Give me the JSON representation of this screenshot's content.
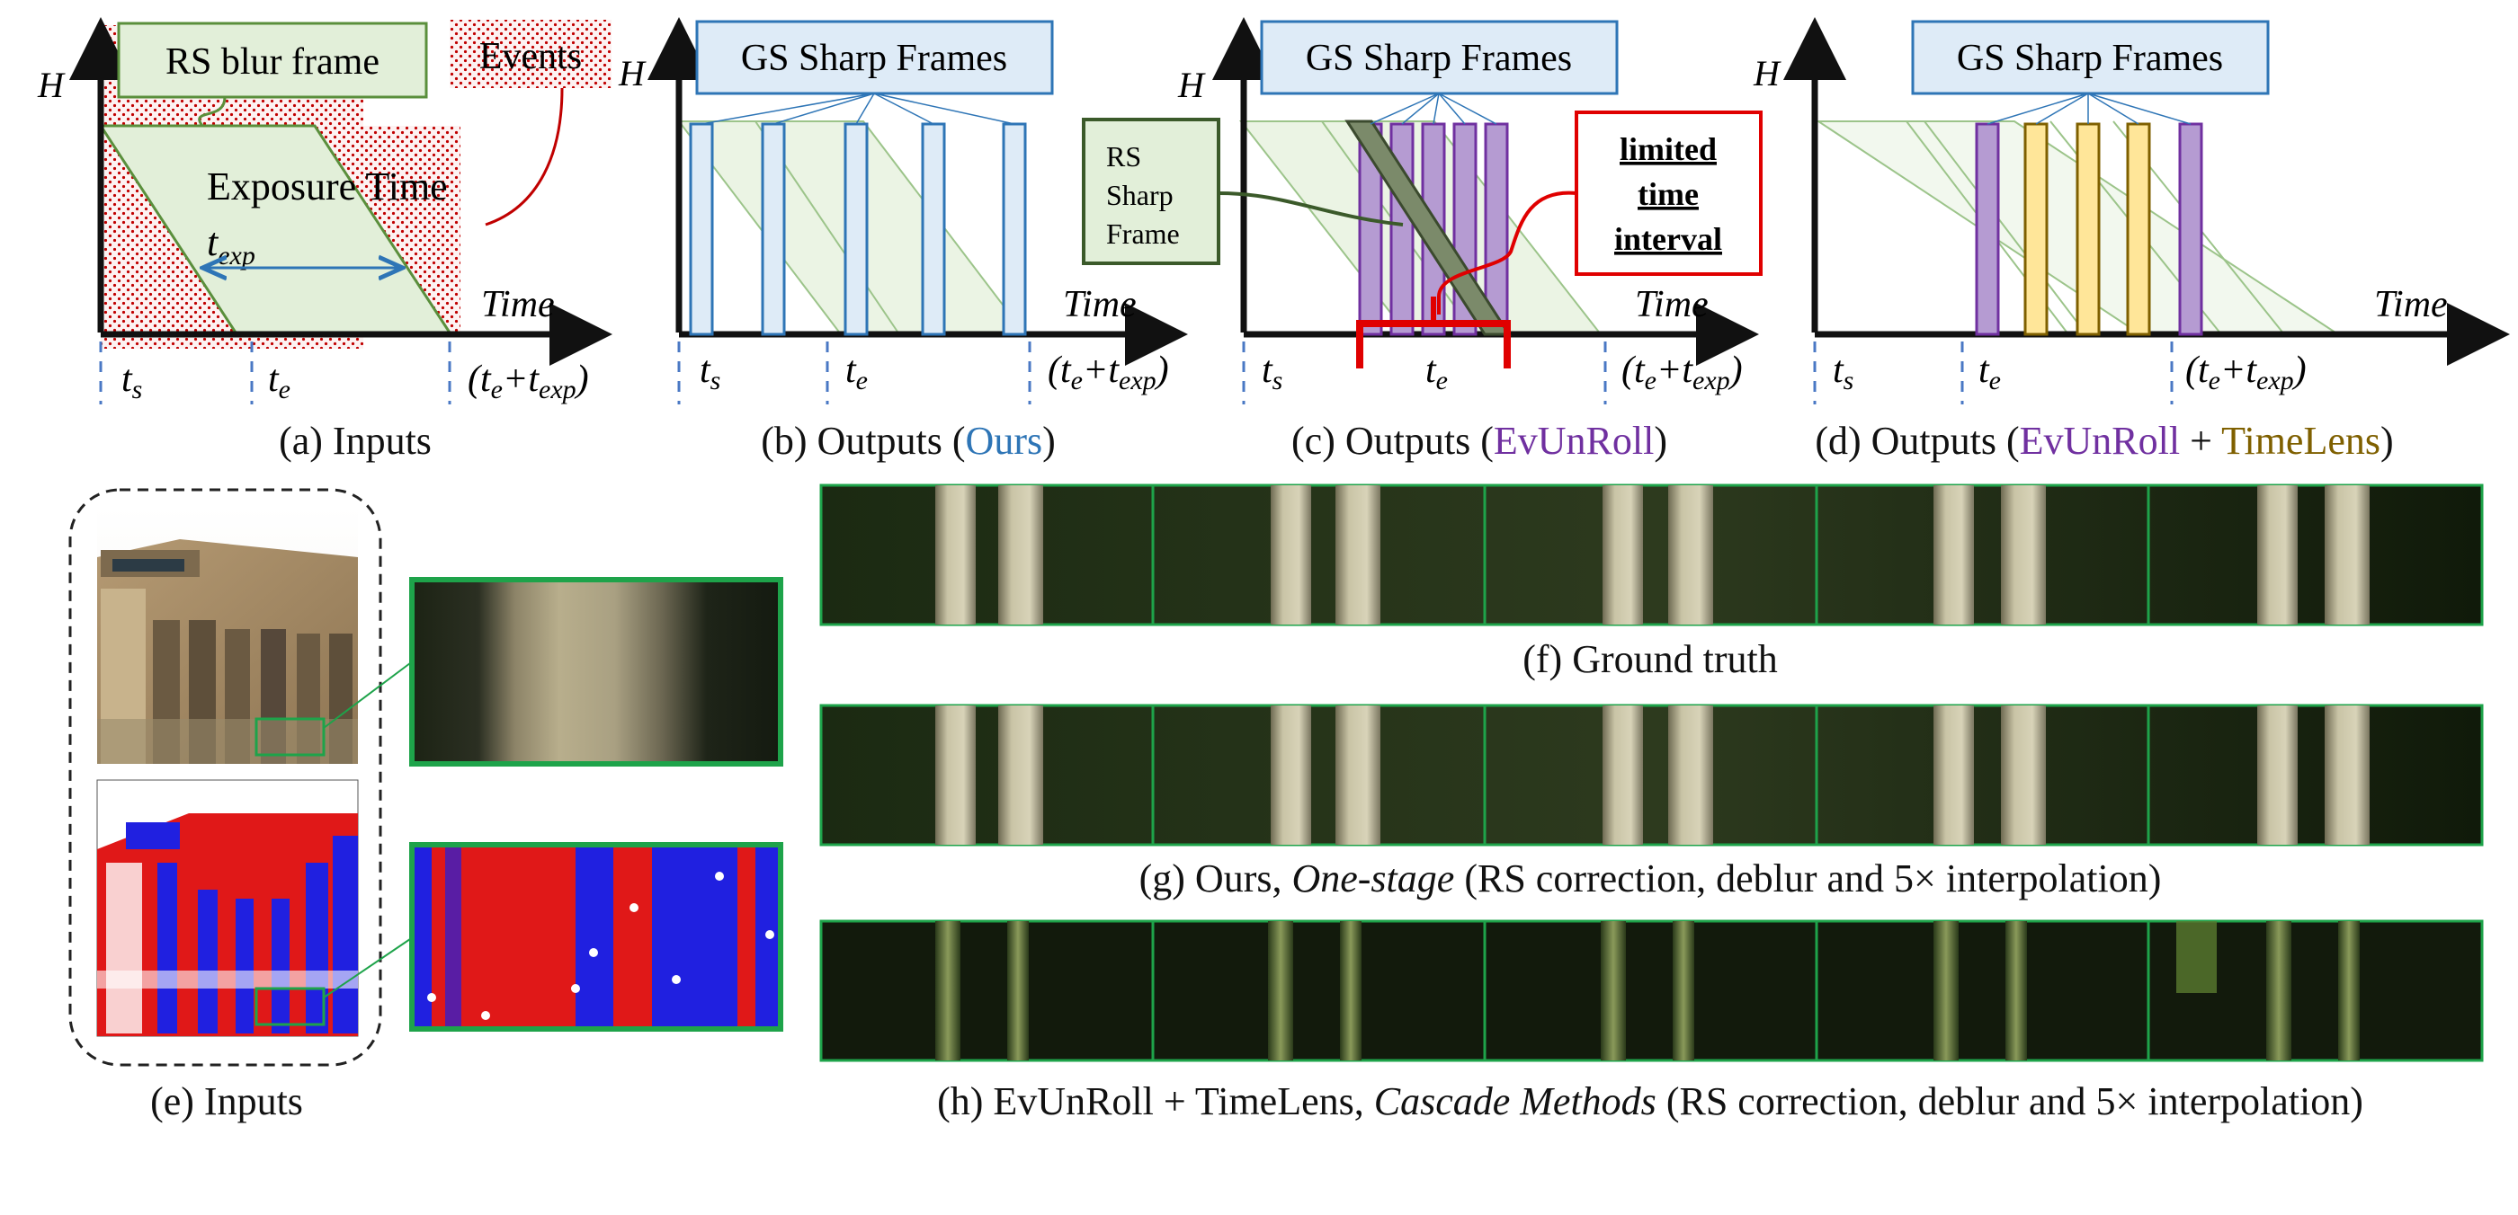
{
  "colors": {
    "rs_fill": "#e2efd9",
    "rs_stroke": "#5a8f3c",
    "gs_box_fill": "#deebf7",
    "gs_box_stroke": "#2e75b6",
    "evunroll": "#7030a0",
    "timelens": "#7f6000",
    "ours": "#2e75b6",
    "event_dots": "#c00000",
    "highlight_red": "#e00000",
    "crop_border": "#1ea34a"
  },
  "panel_a": {
    "axis_y": "H",
    "axis_x": "Time",
    "rs_blur_label": "RS blur frame",
    "events_label": "Events",
    "exposure_label": "Exposure Time",
    "texp_label": "t",
    "texp_sub": "exp",
    "ticks": [
      "t_s",
      "t_e",
      "(t_e+t_exp)"
    ],
    "caption": "(a) Inputs"
  },
  "panel_b": {
    "axis_y": "H",
    "axis_x": "Time",
    "gs_label": "GS Sharp Frames",
    "caption_pre": "(b) Outputs (",
    "caption_method": "Ours",
    "caption_post": ")"
  },
  "panel_c": {
    "axis_y": "H",
    "axis_x": "Time",
    "gs_label": "GS Sharp Frames",
    "rs_sharp_line1": "RS",
    "rs_sharp_line2": "Sharp",
    "rs_sharp_line3": "Frame",
    "limited_line1": "limited",
    "limited_line2": "time",
    "limited_line3": "interval",
    "caption_pre": "(c) Outputs (",
    "caption_method": "EvUnRoll",
    "caption_post": ")"
  },
  "panel_d": {
    "axis_y": "H",
    "axis_x": "Time",
    "gs_label": "GS Sharp Frames",
    "caption_pre": "(d) Outputs (",
    "caption_method1": "EvUnRoll",
    "caption_plus": " + ",
    "caption_method2": "TimeLens",
    "caption_post": ")"
  },
  "panel_e": {
    "caption": "(e) Inputs"
  },
  "rows": {
    "f_caption": "(f) Ground truth",
    "g_caption_pre": "(g) Ours, ",
    "g_caption_ital": "One-stage",
    "g_caption_post": " (RS correction, deblur and 5× interpolation)",
    "h_caption_pre": "(h) EvUnRoll + TimeLens, ",
    "h_caption_ital": "Cascade Methods",
    "h_caption_post": " (RS correction, deblur and  5× interpolation)"
  }
}
